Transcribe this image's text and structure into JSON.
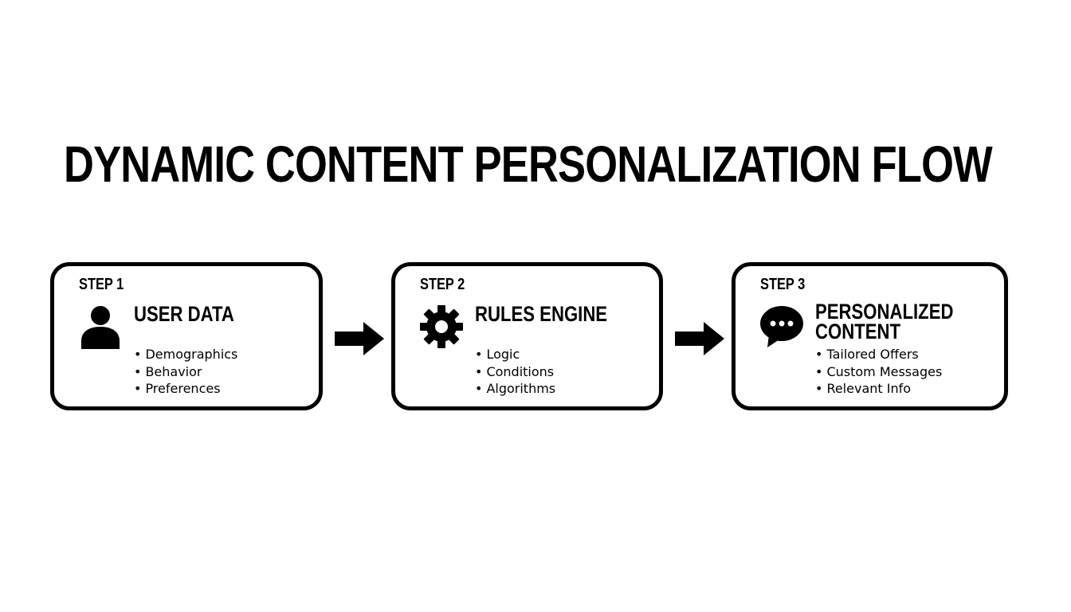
{
  "title": "DYNAMIC CONTENT PERSONALIZATION FLOW",
  "steps": [
    {
      "label": "STEP 1",
      "heading": "USER DATA",
      "icon": "user-icon",
      "items": [
        "Demographics",
        "Behavior",
        "Preferences"
      ]
    },
    {
      "label": "STEP 2",
      "heading": "RULES ENGINE",
      "icon": "gear-icon",
      "items": [
        "Logic",
        "Conditions",
        "Algorithms"
      ]
    },
    {
      "label": "STEP 3",
      "heading": "PERSONALIZED\nCONTENT",
      "icon": "chat-bubble-icon",
      "items": [
        "Tailored Offers",
        "Custom Messages",
        "Relevant Info"
      ]
    }
  ],
  "colors": {
    "ink": "#000000",
    "background": "#ffffff"
  }
}
